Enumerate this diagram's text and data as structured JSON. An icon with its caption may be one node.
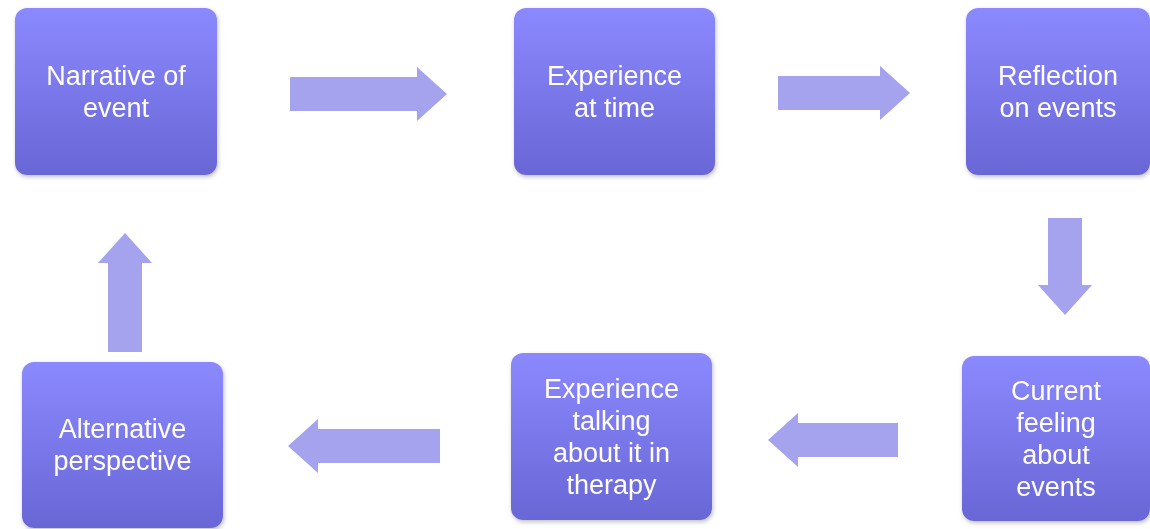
{
  "diagram": {
    "nodes": [
      {
        "text": [
          "Narrative of event"
        ]
      },
      {
        "text": [
          "Experience at time"
        ]
      },
      {
        "text": [
          "Reflection on events"
        ]
      },
      {
        "text": [
          "Current feeling about events"
        ]
      },
      {
        "text": [
          "Experience talking about it in therapy"
        ]
      },
      {
        "text": [
          "Alternative perspective"
        ]
      }
    ],
    "edges": [
      {
        "from": 0,
        "to": 1,
        "arrow": "to"
      },
      {
        "from": 1,
        "to": 2,
        "arrow": "to"
      },
      {
        "from": 2,
        "to": 3,
        "arrow": "to"
      },
      {
        "from": 3,
        "to": 4,
        "arrow": "to"
      },
      {
        "from": 4,
        "to": 5,
        "arrow": "to"
      },
      {
        "from": 5,
        "to": 0,
        "arrow": "to"
      }
    ]
  }
}
